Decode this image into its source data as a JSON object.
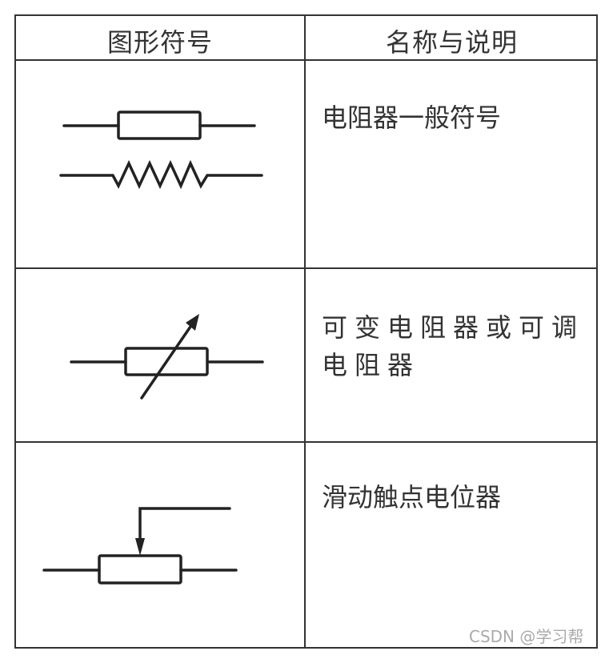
{
  "table": {
    "headers": {
      "symbol": "图形符号",
      "description": "名称与说明"
    },
    "rows": [
      {
        "symbol_icon": "resistor-general-symbols",
        "description": "电阻器一般符号"
      },
      {
        "symbol_icon": "variable-resistor-symbol",
        "description": "可变电阻器或可调电阻器"
      },
      {
        "symbol_icon": "potentiometer-symbol",
        "description": "滑动触点电位器"
      }
    ]
  },
  "watermark": "CSDN @学习帮",
  "colors": {
    "line": "#333333",
    "text": "#333333",
    "watermark": "#aaaaaa"
  }
}
